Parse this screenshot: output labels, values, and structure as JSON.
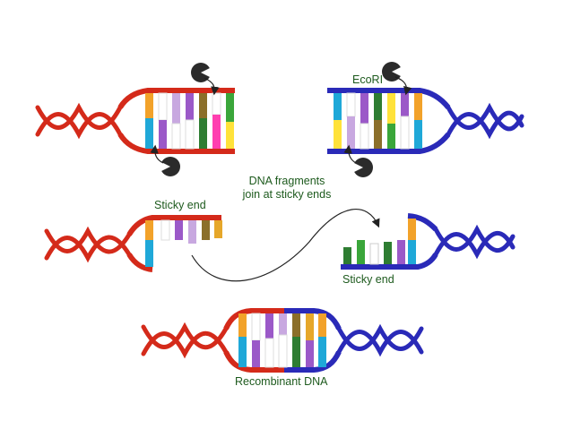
{
  "labels": {
    "ecori": "EcoRI",
    "sticky_end_left": "Sticky end",
    "fragments_line1": "DNA fragments",
    "fragments_line2": "join at sticky ends",
    "sticky_end_right": "Sticky end",
    "recombinant": "Recombinant DNA"
  },
  "colors": {
    "red_strand": "#d42a1a",
    "blue_strand": "#2a2ab8",
    "label_text": "#1d5a1d",
    "enzyme": "#2b2b2b",
    "base_pairs": [
      "#f2a22a",
      "#ffffff",
      "#9b59c8",
      "#3aa63a",
      "#8b6f2a",
      "#2e7d32",
      "#e6a72a",
      "#ff3fb0",
      "#1fa8d8",
      "#ffe23a",
      "#c8a8e0"
    ]
  }
}
